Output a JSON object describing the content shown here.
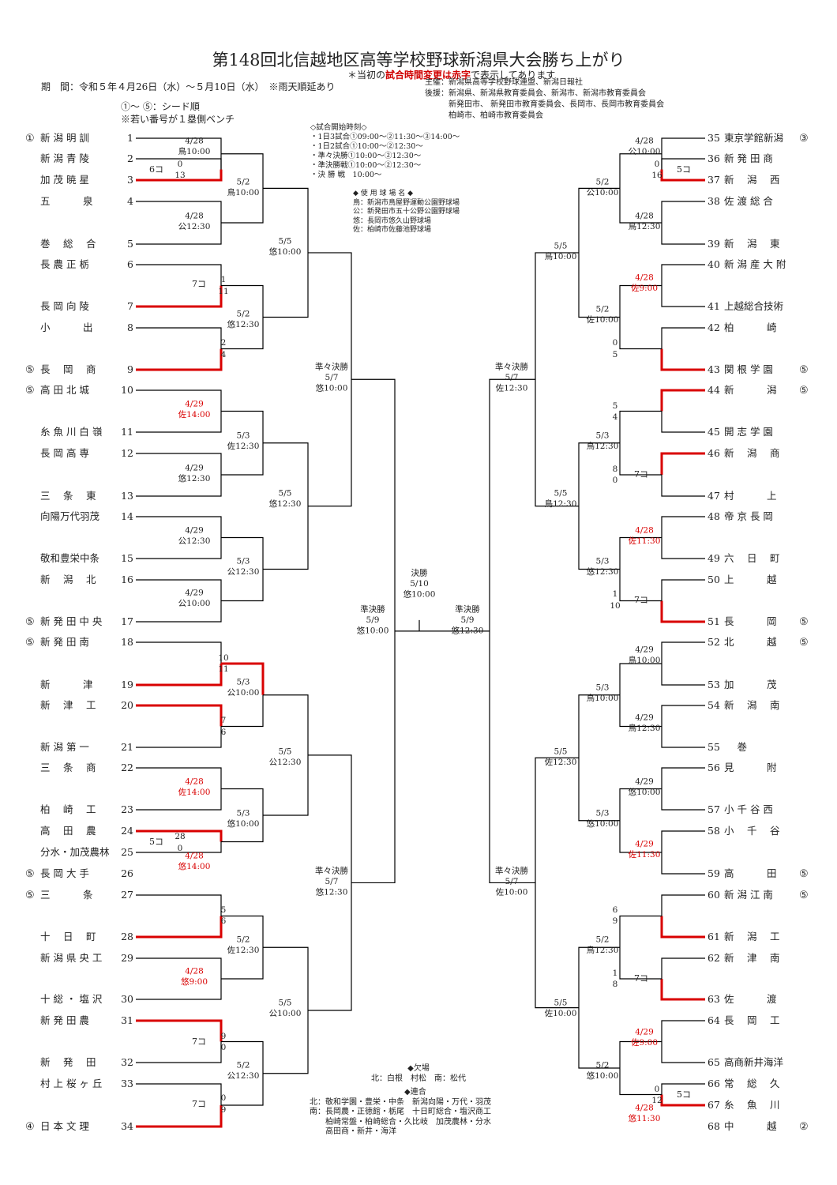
{
  "title": "第148回北信越地区高等学校野球新潟県大会勝ち上がり",
  "note": {
    "pre": "＊当初の",
    "red": "試合時間変更は赤字",
    "post": "で表示してあります"
  },
  "period": "期　間：令和５年４月26日（水）～５月10日（水）　※雨天順延あり",
  "legend": [
    "①～ ⑤：シード順",
    "※若い番号が１塁側ベンチ"
  ],
  "organizers": [
    "主催：新潟県高等学校野球連盟、新潟日報社",
    "後援：新潟県、新潟県教育委員会、新潟市、新潟市教育委員会",
    "　　　新発田市、 新発田市教育委員会、長岡市、長岡市教育委員会",
    "　　　柏崎市、柏崎市教育委員会"
  ],
  "start_times": [
    "◇試合開始時刻◇",
    "・1日3試合①09:00～②11:30～③14:00～",
    "・1日2試合①10:00～②12:30～",
    "・準々決勝①10:00～②12:30～",
    "・準決勝戦①10:00～②12:30～",
    "・決 勝 戦　10:00～"
  ],
  "venues": [
    "◆ 使 用 球 場 名 ◆",
    "鳥：新潟市鳥屋野運動公園野球場",
    "公：新発田市五十公野公園野球場",
    "悠：長岡市悠久山野球場",
    "佐：柏崎市佐藤池野球場"
  ],
  "absent": [
    "◆欠場",
    "北：白根　村松　南：松代"
  ],
  "combined": [
    "◆連合",
    "北：敬和学園・豊栄・中条　新潟向陽・万代・羽茂",
    "南：長岡農・正徳館・栃尾　十日町総合・塩沢商工",
    "　　柏崎常盤・柏崎総合・久比岐　加茂農林・分水",
    "　　高田商・新井・海洋"
  ],
  "teams_left": [
    {
      "seed": "①",
      "name": "新 潟 明 訓",
      "no": "1"
    },
    {
      "seed": "",
      "name": "新 潟 青 陵",
      "no": "2"
    },
    {
      "seed": "",
      "name": "加 茂 暁 星",
      "no": "3"
    },
    {
      "seed": "",
      "name": "五　　　 泉",
      "no": "4"
    },
    {
      "seed": "",
      "name": "巻 　総　 合",
      "no": "5"
    },
    {
      "seed": "",
      "name": "長 農 正 栃",
      "no": "6"
    },
    {
      "seed": "",
      "name": "長 岡 向 陵",
      "no": "7"
    },
    {
      "seed": "",
      "name": "小　　　 出",
      "no": "8"
    },
    {
      "seed": "⑤",
      "name": "長 　岡 　商",
      "no": "9"
    },
    {
      "seed": "⑤",
      "name": "高 田 北 城",
      "no": "10"
    },
    {
      "seed": "",
      "name": "糸 魚 川 白 嶺",
      "no": "11"
    },
    {
      "seed": "",
      "name": "長 岡 高 専",
      "no": "12"
    },
    {
      "seed": "",
      "name": "三 　条 　東",
      "no": "13"
    },
    {
      "seed": "",
      "name": "向陽万代羽茂",
      "no": "14"
    },
    {
      "seed": "",
      "name": "敬和豊栄中条",
      "no": "15"
    },
    {
      "seed": "",
      "name": "新 　潟 　北",
      "no": "16"
    },
    {
      "seed": "⑤",
      "name": "新 発 田 中 央",
      "no": "17"
    },
    {
      "seed": "⑤",
      "name": "新 発 田 南",
      "no": "18"
    },
    {
      "seed": "",
      "name": "新　　　 津",
      "no": "19"
    },
    {
      "seed": "",
      "name": "新 　津 　工",
      "no": "20"
    },
    {
      "seed": "",
      "name": "新 潟 第 一",
      "no": "21"
    },
    {
      "seed": "",
      "name": "三 　条 　商",
      "no": "22"
    },
    {
      "seed": "",
      "name": "柏 　崎 　工",
      "no": "23"
    },
    {
      "seed": "",
      "name": "高 　田 　農",
      "no": "24"
    },
    {
      "seed": "",
      "name": "分水・加茂農林",
      "no": "25"
    },
    {
      "seed": "⑤",
      "name": "長 岡 大 手",
      "no": "26"
    },
    {
      "seed": "⑤",
      "name": "三　　　 条",
      "no": "27"
    },
    {
      "seed": "",
      "name": "十 　日 　町",
      "no": "28"
    },
    {
      "seed": "",
      "name": "新 潟 県 央 工",
      "no": "29"
    },
    {
      "seed": "",
      "name": "十 総 ・ 塩 沢",
      "no": "30"
    },
    {
      "seed": "",
      "name": "新 発 田 農",
      "no": "31"
    },
    {
      "seed": "",
      "name": "新 　発 　田",
      "no": "32"
    },
    {
      "seed": "",
      "name": "村 上 桜 ヶ 丘",
      "no": "33"
    },
    {
      "seed": "④",
      "name": "日 本 文 理",
      "no": "34"
    }
  ],
  "teams_right": [
    {
      "no": "35",
      "name": "東京学館新潟",
      "seed": "③"
    },
    {
      "no": "36",
      "name": "新 発 田 商",
      "seed": ""
    },
    {
      "no": "37",
      "name": "新 　潟 　西",
      "seed": ""
    },
    {
      "no": "38",
      "name": "佐 渡 総 合",
      "seed": ""
    },
    {
      "no": "39",
      "name": "新 　潟 　東",
      "seed": ""
    },
    {
      "no": "40",
      "name": "新 潟 産 大 附",
      "seed": ""
    },
    {
      "no": "41",
      "name": "上越総合技術",
      "seed": ""
    },
    {
      "no": "42",
      "name": "柏　　　 崎",
      "seed": ""
    },
    {
      "no": "43",
      "name": "関 根 学 園",
      "seed": "⑤"
    },
    {
      "no": "44",
      "name": "新 　　　潟",
      "seed": "⑤"
    },
    {
      "no": "45",
      "name": "開 志 学 園",
      "seed": ""
    },
    {
      "no": "46",
      "name": "新 　潟 　商",
      "seed": ""
    },
    {
      "no": "47",
      "name": "村　　　 上",
      "seed": ""
    },
    {
      "no": "48",
      "name": "帝 京 長 岡",
      "seed": ""
    },
    {
      "no": "49",
      "name": "六 　日 　町",
      "seed": ""
    },
    {
      "no": "50",
      "name": "上　　　 越",
      "seed": ""
    },
    {
      "no": "51",
      "name": "長　　　 岡",
      "seed": "⑤"
    },
    {
      "no": "52",
      "name": "北　　　 越",
      "seed": "⑤"
    },
    {
      "no": "53",
      "name": "加　　　 茂",
      "seed": ""
    },
    {
      "no": "54",
      "name": "新 　潟 　南",
      "seed": ""
    },
    {
      "no": "55",
      "name": "　 巻",
      "seed": ""
    },
    {
      "no": "56",
      "name": "見　　　 附",
      "seed": ""
    },
    {
      "no": "57",
      "name": "小 千 谷 西",
      "seed": ""
    },
    {
      "no": "58",
      "name": "小 　千 　谷",
      "seed": ""
    },
    {
      "no": "59",
      "name": "高　　　 田",
      "seed": "⑤"
    },
    {
      "no": "60",
      "name": "新 潟 江 南",
      "seed": "⑤"
    },
    {
      "no": "61",
      "name": "新 　潟 　工",
      "seed": ""
    },
    {
      "no": "62",
      "name": "新 　津 　南",
      "seed": ""
    },
    {
      "no": "63",
      "name": "佐　　　 渡",
      "seed": ""
    },
    {
      "no": "64",
      "name": "長 　岡 　工",
      "seed": ""
    },
    {
      "no": "65",
      "name": "高商新井海洋",
      "seed": ""
    },
    {
      "no": "66",
      "name": "常 　総 　久",
      "seed": ""
    },
    {
      "no": "67",
      "name": "糸 　魚 　川",
      "seed": ""
    },
    {
      "no": "68",
      "name": "中　　　 越",
      "seed": "②"
    }
  ],
  "games": [
    {
      "lines": [
        "4/28",
        "鳥10:00"
      ],
      "red": false
    },
    {
      "lines": [
        "4/28",
        "公12:30"
      ],
      "red": false
    },
    {
      "lines": [
        "5/2",
        "鳥10:00"
      ],
      "red": false
    },
    {
      "lines": [
        "5/2",
        "悠12:30"
      ],
      "red": false
    },
    {
      "lines": [
        "5/5",
        "悠10:00"
      ],
      "red": false
    },
    {
      "lines": [
        "4/29",
        "佐14:00"
      ],
      "red": true
    },
    {
      "lines": [
        "4/29",
        "悠12:30"
      ],
      "red": false
    },
    {
      "lines": [
        "5/3",
        "佐12:30"
      ],
      "red": false
    },
    {
      "lines": [
        "4/29",
        "公12:30"
      ],
      "red": false
    },
    {
      "lines": [
        "4/29",
        "公10:00"
      ],
      "red": false
    },
    {
      "lines": [
        "5/3",
        "公12:30"
      ],
      "red": false
    },
    {
      "lines": [
        "5/5",
        "悠12:30"
      ],
      "red": false
    },
    {
      "lines": [
        "準々決勝",
        "5/7",
        "悠10:00"
      ],
      "red": false
    },
    {
      "lines": [
        "5/3",
        "公10:00"
      ],
      "red": false
    },
    {
      "lines": [
        "4/28",
        "佐14:00"
      ],
      "red": true
    },
    {
      "lines": [
        "4/28",
        "悠14:00"
      ],
      "red": true
    },
    {
      "lines": [
        "5/3",
        "悠10:00"
      ],
      "red": false
    },
    {
      "lines": [
        "5/5",
        "公12:30"
      ],
      "red": false
    },
    {
      "lines": [
        "4/28",
        "悠9:00"
      ],
      "red": true
    },
    {
      "lines": [
        "5/2",
        "佐12:30"
      ],
      "red": false
    },
    {
      "lines": [
        "5/2",
        "公12:30"
      ],
      "red": false
    },
    {
      "lines": [
        "5/5",
        "公10:00"
      ],
      "red": false
    },
    {
      "lines": [
        "準々決勝",
        "5/7",
        "悠12:30"
      ],
      "red": false
    },
    {
      "lines": [
        "準決勝",
        "5/9",
        "悠10:00"
      ],
      "red": false
    },
    {
      "lines": [
        "決勝",
        "5/10",
        "悠10:00"
      ],
      "red": false
    },
    {
      "lines": [
        "準決勝",
        "5/9",
        "悠12:30"
      ],
      "red": false
    },
    {
      "lines": [
        "4/28",
        "公10:00"
      ],
      "red": false
    },
    {
      "lines": [
        "4/28",
        "鳥12:30"
      ],
      "red": false
    },
    {
      "lines": [
        "5/2",
        "公10:00"
      ],
      "red": false
    },
    {
      "lines": [
        "4/28",
        "佐9:00"
      ],
      "red": true
    },
    {
      "lines": [
        "5/2",
        "佐10:00"
      ],
      "red": false
    },
    {
      "lines": [
        "5/5",
        "鳥10:00"
      ],
      "red": false
    },
    {
      "lines": [
        "準々決勝",
        "5/7",
        "佐12:30"
      ],
      "red": false
    },
    {
      "lines": [
        "5/3",
        "鳥12:30"
      ],
      "red": false
    },
    {
      "lines": [
        "4/28",
        "佐11:30"
      ],
      "red": true
    },
    {
      "lines": [
        "5/3",
        "悠12:30"
      ],
      "red": false
    },
    {
      "lines": [
        "5/5",
        "鳥12:30"
      ],
      "red": false
    },
    {
      "lines": [
        "4/29",
        "鳥10:00"
      ],
      "red": false
    },
    {
      "lines": [
        "4/29",
        "鳥12:30"
      ],
      "red": false
    },
    {
      "lines": [
        "5/3",
        "鳥10:00"
      ],
      "red": false
    },
    {
      "lines": [
        "4/29",
        "悠10:00"
      ],
      "red": false
    },
    {
      "lines": [
        "4/29",
        "佐11:30"
      ],
      "red": true
    },
    {
      "lines": [
        "5/3",
        "悠10:00"
      ],
      "red": false
    },
    {
      "lines": [
        "5/5",
        "佐12:30"
      ],
      "red": false
    },
    {
      "lines": [
        "準々決勝",
        "5/7",
        "佐10:00"
      ],
      "red": false
    },
    {
      "lines": [
        "5/2",
        "鳥12:30"
      ],
      "red": false
    },
    {
      "lines": [
        "4/29",
        "佐9:00"
      ],
      "red": true
    },
    {
      "lines": [
        "4/28",
        "悠11:30"
      ],
      "red": true
    },
    {
      "lines": [
        "5/2",
        "悠10:00"
      ],
      "red": false
    },
    {
      "lines": [
        "5/5",
        "佐10:00"
      ],
      "red": false
    }
  ],
  "scores": [
    "0",
    "13",
    "1",
    "11",
    "2",
    "4",
    "10",
    "11",
    "7",
    "6",
    "28",
    "0",
    "5",
    "6",
    "9",
    "0",
    "0",
    "9",
    "0",
    "16",
    "0",
    "5",
    "5",
    "4",
    "8",
    "0",
    "1",
    "10",
    "6",
    "9",
    "1",
    "8",
    "0",
    "12"
  ],
  "called": [
    "6コ",
    "7コ",
    "5コ",
    "7コ",
    "7コ",
    "5コ",
    "7コ",
    "7コ",
    "7コ",
    "5コ"
  ]
}
